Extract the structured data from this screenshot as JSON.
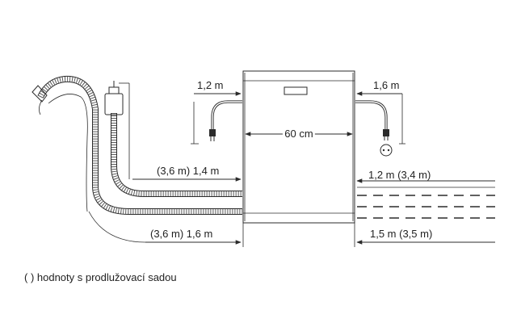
{
  "labels": {
    "power_left": "1,2 m",
    "power_right": "1,6 m",
    "width": "60 cm",
    "drain_hose_left": "(3,6 m) 1,4 m",
    "water_right": "1,2 m (3,4 m)",
    "supply_left": "(3,6 m) 1,6 m",
    "supply_right": "1,5 m (3,5 m)"
  },
  "footnote": "( ) hodnoty s prodlužovací sadou"
}
